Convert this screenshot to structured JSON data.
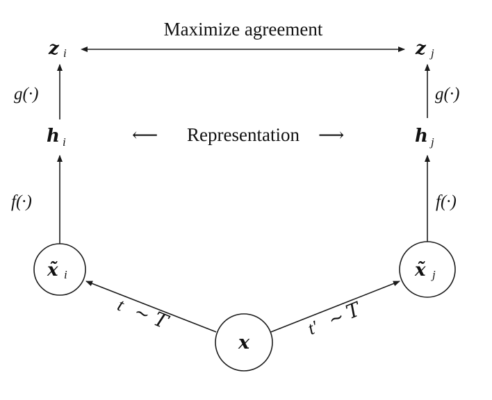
{
  "diagram": {
    "title": "SimCLR contrastive learning framework",
    "top_label": "Maximize agreement",
    "middle_label": "Representation",
    "nodes": {
      "input": {
        "symbol": "x",
        "subscript": ""
      },
      "view_i": {
        "symbol": "x̃",
        "subscript": "i"
      },
      "view_j": {
        "symbol": "x̃",
        "subscript": "j"
      },
      "rep_i": {
        "symbol": "h",
        "subscript": "i"
      },
      "rep_j": {
        "symbol": "h",
        "subscript": "j"
      },
      "proj_i": {
        "symbol": "z",
        "subscript": "i"
      },
      "proj_j": {
        "symbol": "z",
        "subscript": "j"
      }
    },
    "edges": {
      "aug_left": {
        "var": "t",
        "rel": "∼",
        "set": "T"
      },
      "aug_right": {
        "var": "t′",
        "rel": "∼",
        "set": "T"
      },
      "encoder_left": "f(·)",
      "encoder_right": "f(·)",
      "head_left": "g(·)",
      "head_right": "g(·)"
    },
    "arrows": {
      "rep_left": "⟵",
      "rep_right": "⟶"
    }
  }
}
